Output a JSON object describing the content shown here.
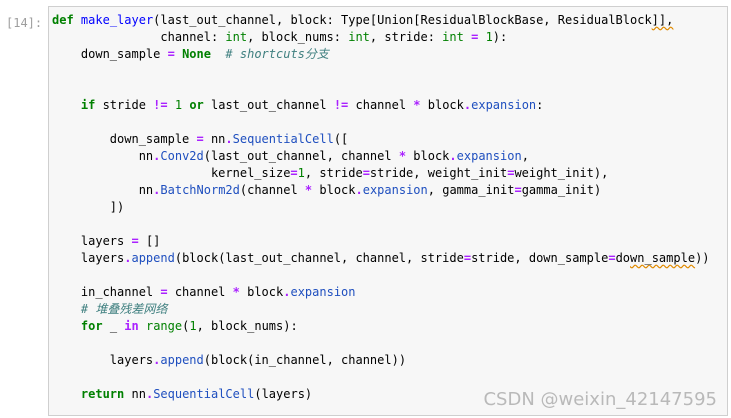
{
  "cell": {
    "prompt": "[14]:",
    "lines": [
      [
        [
          "kw",
          "def"
        ],
        [
          "t",
          " "
        ],
        [
          "fn",
          "make_layer"
        ],
        [
          "t",
          "(last_out_channel, block: Type[Union[ResidualBlockBase, ResidualBlock"
        ],
        [
          "sq",
          "]],"
        ]
      ],
      [
        [
          "t",
          "               channel: "
        ],
        [
          "bi",
          "int"
        ],
        [
          "t",
          ", block_nums: "
        ],
        [
          "bi",
          "int"
        ],
        [
          "t",
          ", stride: "
        ],
        [
          "bi",
          "int"
        ],
        [
          "t",
          " "
        ],
        [
          "op",
          "="
        ],
        [
          "t",
          " "
        ],
        [
          "num",
          "1"
        ],
        [
          "t",
          "):"
        ]
      ],
      [
        [
          "t",
          "    down_sample "
        ],
        [
          "op",
          "="
        ],
        [
          "t",
          " "
        ],
        [
          "kw",
          "None"
        ],
        [
          "t",
          "  "
        ],
        [
          "cm",
          "# shortcuts分支"
        ]
      ],
      [],
      [],
      [
        [
          "t",
          "    "
        ],
        [
          "kw",
          "if"
        ],
        [
          "t",
          " stride "
        ],
        [
          "op",
          "!="
        ],
        [
          "t",
          " "
        ],
        [
          "num",
          "1"
        ],
        [
          "t",
          " "
        ],
        [
          "kw",
          "or"
        ],
        [
          "t",
          " last_out_channel "
        ],
        [
          "op",
          "!="
        ],
        [
          "t",
          " channel "
        ],
        [
          "op",
          "*"
        ],
        [
          "t",
          " block"
        ],
        [
          "op",
          "."
        ],
        [
          "attr",
          "expansion"
        ],
        [
          "t",
          ":"
        ]
      ],
      [],
      [
        [
          "t",
          "        down_sample "
        ],
        [
          "op",
          "="
        ],
        [
          "t",
          " nn"
        ],
        [
          "op",
          "."
        ],
        [
          "attr",
          "SequentialCell"
        ],
        [
          "t",
          "(["
        ]
      ],
      [
        [
          "t",
          "            nn"
        ],
        [
          "op",
          "."
        ],
        [
          "attr",
          "Conv2d"
        ],
        [
          "t",
          "(last_out_channel, channel "
        ],
        [
          "op",
          "*"
        ],
        [
          "t",
          " block"
        ],
        [
          "op",
          "."
        ],
        [
          "attr",
          "expansion"
        ],
        [
          "t",
          ","
        ]
      ],
      [
        [
          "t",
          "                      kernel_size"
        ],
        [
          "op",
          "="
        ],
        [
          "num",
          "1"
        ],
        [
          "t",
          ", stride"
        ],
        [
          "op",
          "="
        ],
        [
          "t",
          "stride, weight_init"
        ],
        [
          "op",
          "="
        ],
        [
          "t",
          "weight_init),"
        ]
      ],
      [
        [
          "t",
          "            nn"
        ],
        [
          "op",
          "."
        ],
        [
          "attr",
          "BatchNorm2d"
        ],
        [
          "t",
          "(channel "
        ],
        [
          "op",
          "*"
        ],
        [
          "t",
          " block"
        ],
        [
          "op",
          "."
        ],
        [
          "attr",
          "expansion"
        ],
        [
          "t",
          ", gamma_init"
        ],
        [
          "op",
          "="
        ],
        [
          "t",
          "gamma_init)"
        ]
      ],
      [
        [
          "t",
          "        ])"
        ]
      ],
      [],
      [
        [
          "t",
          "    layers "
        ],
        [
          "op",
          "="
        ],
        [
          "t",
          " []"
        ]
      ],
      [
        [
          "t",
          "    layers"
        ],
        [
          "op",
          "."
        ],
        [
          "attr",
          "append"
        ],
        [
          "t",
          "(block(last_out_channel, channel, stride"
        ],
        [
          "op",
          "="
        ],
        [
          "t",
          "stride, down_sample"
        ],
        [
          "op",
          "="
        ],
        [
          "t",
          "do"
        ],
        [
          "sq",
          "wn_sample"
        ],
        [
          "t",
          "))"
        ]
      ],
      [],
      [
        [
          "t",
          "    in_channel "
        ],
        [
          "op",
          "="
        ],
        [
          "t",
          " channel "
        ],
        [
          "op",
          "*"
        ],
        [
          "t",
          " block"
        ],
        [
          "op",
          "."
        ],
        [
          "attr",
          "expansion"
        ]
      ],
      [
        [
          "t",
          "    "
        ],
        [
          "cm",
          "# 堆叠残差网络"
        ]
      ],
      [
        [
          "t",
          "    "
        ],
        [
          "kw",
          "for"
        ],
        [
          "t",
          " _ "
        ],
        [
          "op",
          "in"
        ],
        [
          "t",
          " "
        ],
        [
          "bi",
          "range"
        ],
        [
          "t",
          "("
        ],
        [
          "num",
          "1"
        ],
        [
          "t",
          ", block_nums):"
        ]
      ],
      [],
      [
        [
          "t",
          "        layers"
        ],
        [
          "op",
          "."
        ],
        [
          "attr",
          "append"
        ],
        [
          "t",
          "(block(in_channel, channel))"
        ]
      ],
      [],
      [
        [
          "t",
          "    "
        ],
        [
          "kw",
          "return"
        ],
        [
          "t",
          " nn"
        ],
        [
          "op",
          "."
        ],
        [
          "attr",
          "SequentialCell"
        ],
        [
          "t",
          "(layers)"
        ]
      ]
    ]
  },
  "watermark": "CSDN @weixin_42147595"
}
